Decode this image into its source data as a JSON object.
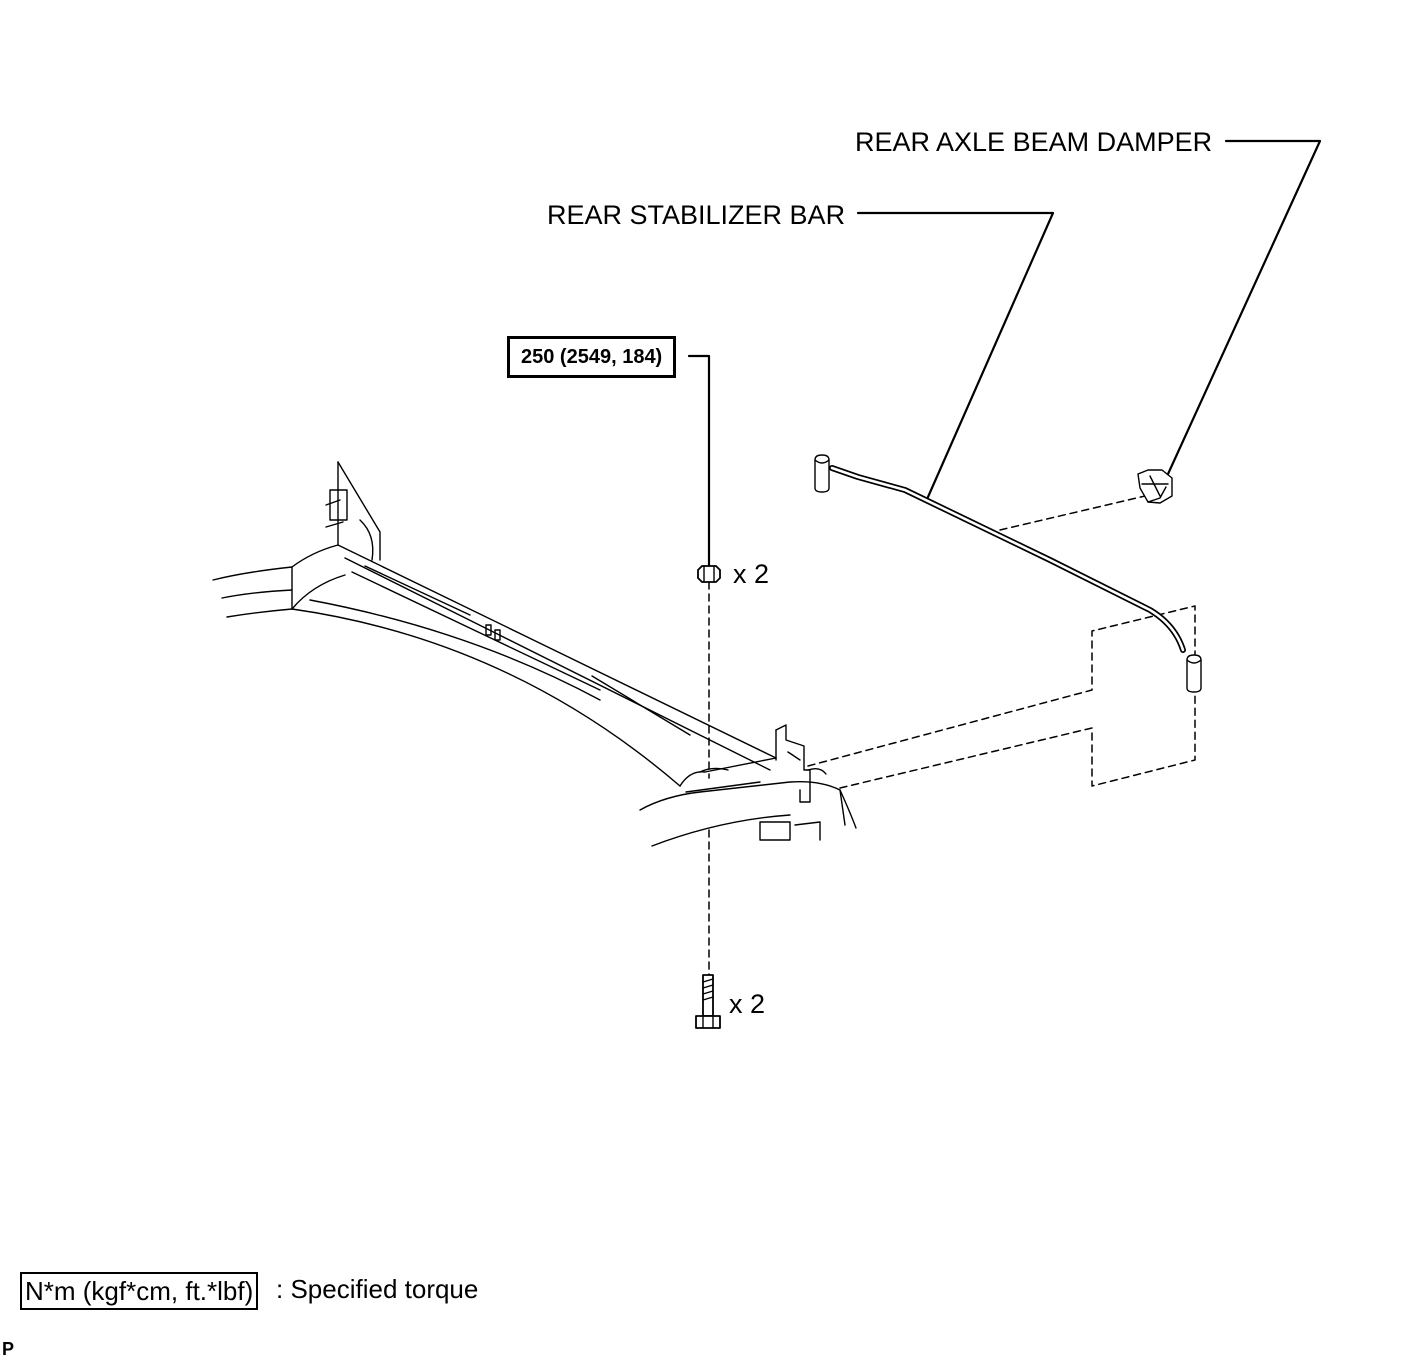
{
  "labels": {
    "damper": "REAR AXLE BEAM DAMPER",
    "stabilizer": "REAR STABILIZER BAR",
    "torque": "250 (2549, 184)",
    "nut_qty": "x 2",
    "bolt_qty": "x 2"
  },
  "legend": {
    "unit": "N*m (kgf*cm, ft.*lbf)",
    "description": ": Specified torque"
  },
  "corner_mark": "P",
  "colors": {
    "line": "#000000",
    "background": "#ffffff"
  }
}
